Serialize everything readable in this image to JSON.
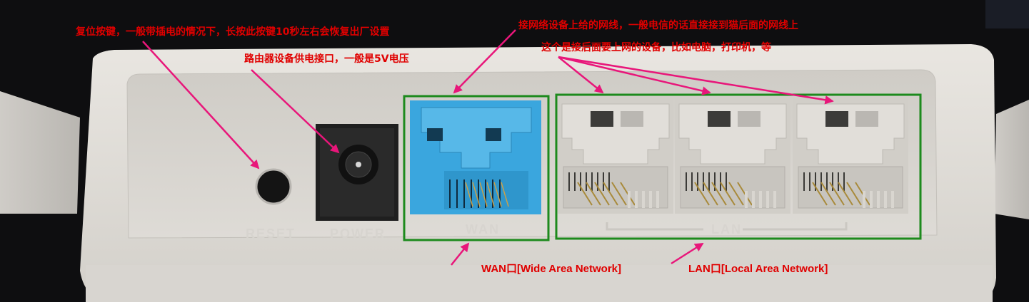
{
  "annotations": {
    "reset": "复位按键，一般带插电的情况下，长按此按键10秒左右会恢复出厂设置",
    "power": "路由器设备供电接口，一般是5V电压",
    "wan_cable": "接网络设备上给的网线，一般电信的话直接接到猫后面的网线上",
    "lan_devices": "这个是接后面要上网的设备，比如电脑，打印机，等",
    "wan_port": "WAN口[Wide Area Network]",
    "lan_port": "LAN口[Local Area Network]"
  },
  "port_labels": {
    "reset": "RESET",
    "power": "POWER",
    "wan": "WAN",
    "lan": "LAN"
  },
  "colors": {
    "annotation_text": "#e00000",
    "arrow": "#e8167a",
    "highlight_box": "#1d8a1d",
    "wan_port": "#3aa6de",
    "router_body": "#e2dfda"
  }
}
